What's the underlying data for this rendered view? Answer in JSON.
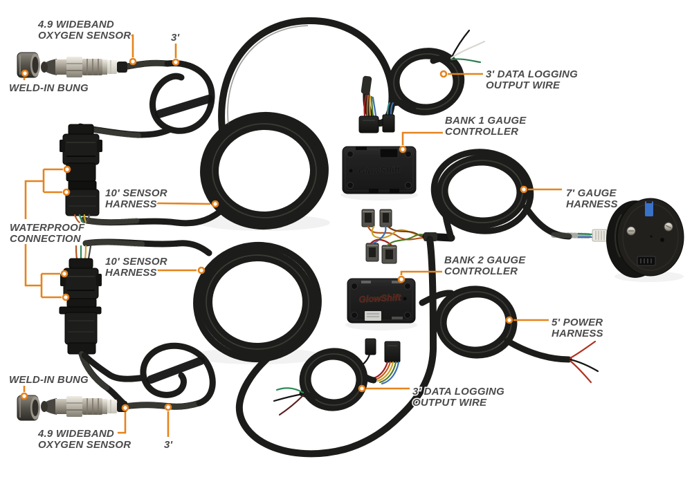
{
  "diagram": {
    "colors": {
      "background": "#ffffff",
      "callout_orange": "#e5831d",
      "label_gray": "#4b4b4b",
      "cable_black": "#1c1c1a"
    },
    "brand": {
      "controller_logo": "GlowShift"
    },
    "labels": {
      "sensor_top_line1": "4.9 WIDEBAND",
      "sensor_top_line2": "OXYGEN SENSOR",
      "cable_3ft_top": "3'",
      "weld_bung_top": "WELD-IN BUNG",
      "data_logging_top_line1": "3' DATA LOGGING",
      "data_logging_top_line2": "OUTPUT WIRE",
      "bank1_line1": "BANK 1 GAUGE",
      "bank1_line2": "CONTROLLER",
      "gauge_harness_line1": "7' GAUGE",
      "gauge_harness_line2": "HARNESS",
      "harness1_line1": "10' SENSOR",
      "harness1_line2": "HARNESS",
      "waterproof_line1": "WATERPROOF",
      "waterproof_line2": "CONNECTION",
      "harness2_line1": "10' SENSOR",
      "harness2_line2": "HARNESS",
      "bank2_line1": "BANK 2 GAUGE",
      "bank2_line2": "CONTROLLER",
      "power_line1": "5' POWER",
      "power_line2": "HARNESS",
      "weld_bung_bottom": "WELD-IN BUNG",
      "sensor_bottom_line1": "4.9 WIDEBAND",
      "sensor_bottom_line2": "OXYGEN SENSOR",
      "cable_3ft_bottom": "3'",
      "data_logging_bottom_line1": "3' DATA LOGGING",
      "data_logging_bottom_line2": "OUTPUT WIRE"
    }
  }
}
